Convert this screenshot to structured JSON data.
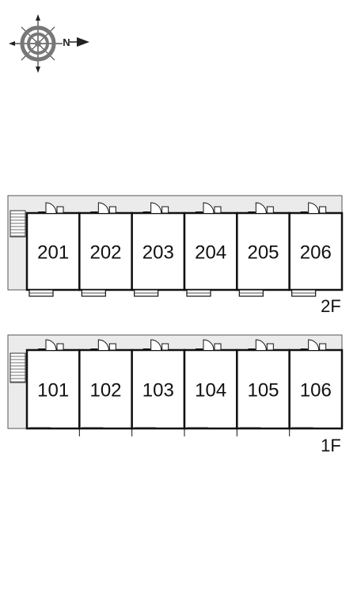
{
  "compass": {
    "north_label": "N",
    "icon": "compass-rose-icon"
  },
  "colors": {
    "walkway": "#ebebeb",
    "outline": "#555555",
    "wall": "#111111",
    "background": "#ffffff"
  },
  "floors": [
    {
      "label": "2F",
      "units": [
        "201",
        "202",
        "203",
        "204",
        "205",
        "206"
      ],
      "stair_icon": "staircase-icon",
      "unit_icons": [
        "door-icon",
        "balcony-icon"
      ]
    },
    {
      "label": "1F",
      "units": [
        "101",
        "102",
        "103",
        "104",
        "105",
        "106"
      ],
      "stair_icon": "staircase-icon",
      "unit_icons": [
        "door-icon"
      ]
    }
  ]
}
